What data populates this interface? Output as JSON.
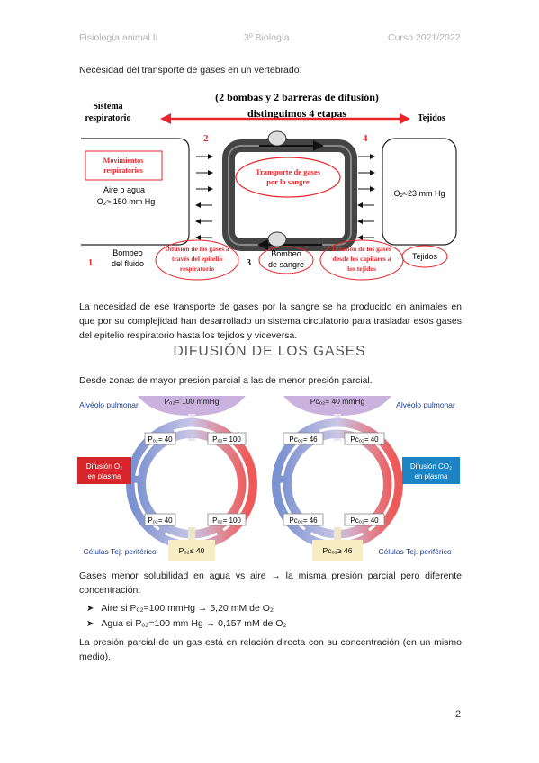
{
  "header": {
    "left": "Fisiología animal II",
    "center": "3º Biología",
    "right": "Curso 2021/2022"
  },
  "intro": "Necesidad del transporte de gases en un vertebrado:",
  "fig1": {
    "title1": "(2 bombas y 2 barreras de difusión)",
    "title2": "distinguimos 4 etapas",
    "sistema1": "Sistema",
    "sistema2": "respiratorio",
    "tejidos": "Tejidos",
    "num1": "1",
    "num2": "2",
    "num3": "3",
    "num4": "4",
    "movimientos1": "Movimientos",
    "movimientos2": "respiratorios",
    "aire": "Aire o agua",
    "o2_left": "O₂≈ 150 mm Hg",
    "transporte1": "Transporte  de gases",
    "transporte2": "por la sangre",
    "o2_right": "O₂≈23 mm Hg",
    "bombeo_fluido1": "Bombeo",
    "bombeo_fluido2": "del fluido",
    "difusion_epi1": "Difusión de los gases a",
    "difusion_epi2": "través del epitelio",
    "difusion_epi3": "respiratorio",
    "bombeo_sangre1": "Bombeo",
    "bombeo_sangre2": "de sangre",
    "difusion_cap1": "Difusión de los gases",
    "difusion_cap2": "desde los capilares a",
    "difusion_cap3": "los tejidos",
    "tejidos_box": "Tejidos"
  },
  "para1": "La necesidad de ese transporte de gases por la sangre se ha producido en animales en que por su complejidad han desarrollado un sistema circulatorio para trasladar esos gases del epitelio respiratorio hasta los tejidos y viceversa.",
  "heading": "DIFUSIÓN DE LOS GASES",
  "para2": "Desde zonas de mayor presión parcial a las de menor presión parcial.",
  "fig2": {
    "alveolo_left": "Alvéolo pulmonar",
    "alveolo_right": "Alvéolo pulmonar",
    "po2_alv": "Pₒ₂= 100 mmHg",
    "pco2_alv": "Pᴄₒ₂= 40 mmHg",
    "l_tl": "Pₒ₂= 40",
    "l_tr": "Pₒ₂= 100",
    "l_bl": "Pₒ₂= 40",
    "l_br": "Pₒ₂= 100",
    "r_tl": "Pᴄₒ₂= 46",
    "r_tr": "Pᴄₒ₂= 40",
    "r_bl": "Pᴄₒ₂= 46",
    "r_br": "Pᴄₒ₂= 40",
    "difusion_o2_1": "Difusión O₂",
    "difusion_o2_2": "en plasma",
    "difusion_co2_1": "Difusión CO₂",
    "difusion_co2_2": "en plasma",
    "celulas_left": "Células Tej. periférico",
    "celulas_right": "Células Tej. periférico",
    "po2_tej": "Pₒ₂≤ 40",
    "pco2_tej": "Pᴄₒ₂≥ 46"
  },
  "para3": "Gases menor solubilidad en agua vs aire → la misma presión parcial pero diferente concentración:",
  "bullets": [
    "Aire si Pₒ₂=100 mmHg → 5,20 mM de O₂",
    "Agua si Pₒ₂=100 mm Hg → 0,157 mM de O₂"
  ],
  "para4": "La presión parcial de un gas está en relación directa con su concentración (en un mismo medio).",
  "page_number": "2",
  "colors": {
    "red": "#e8262b",
    "blue_box": "#1b84c4",
    "red_box": "#d7262b",
    "alveolus": "#c9b3de",
    "tissue": "#f7edc4"
  }
}
